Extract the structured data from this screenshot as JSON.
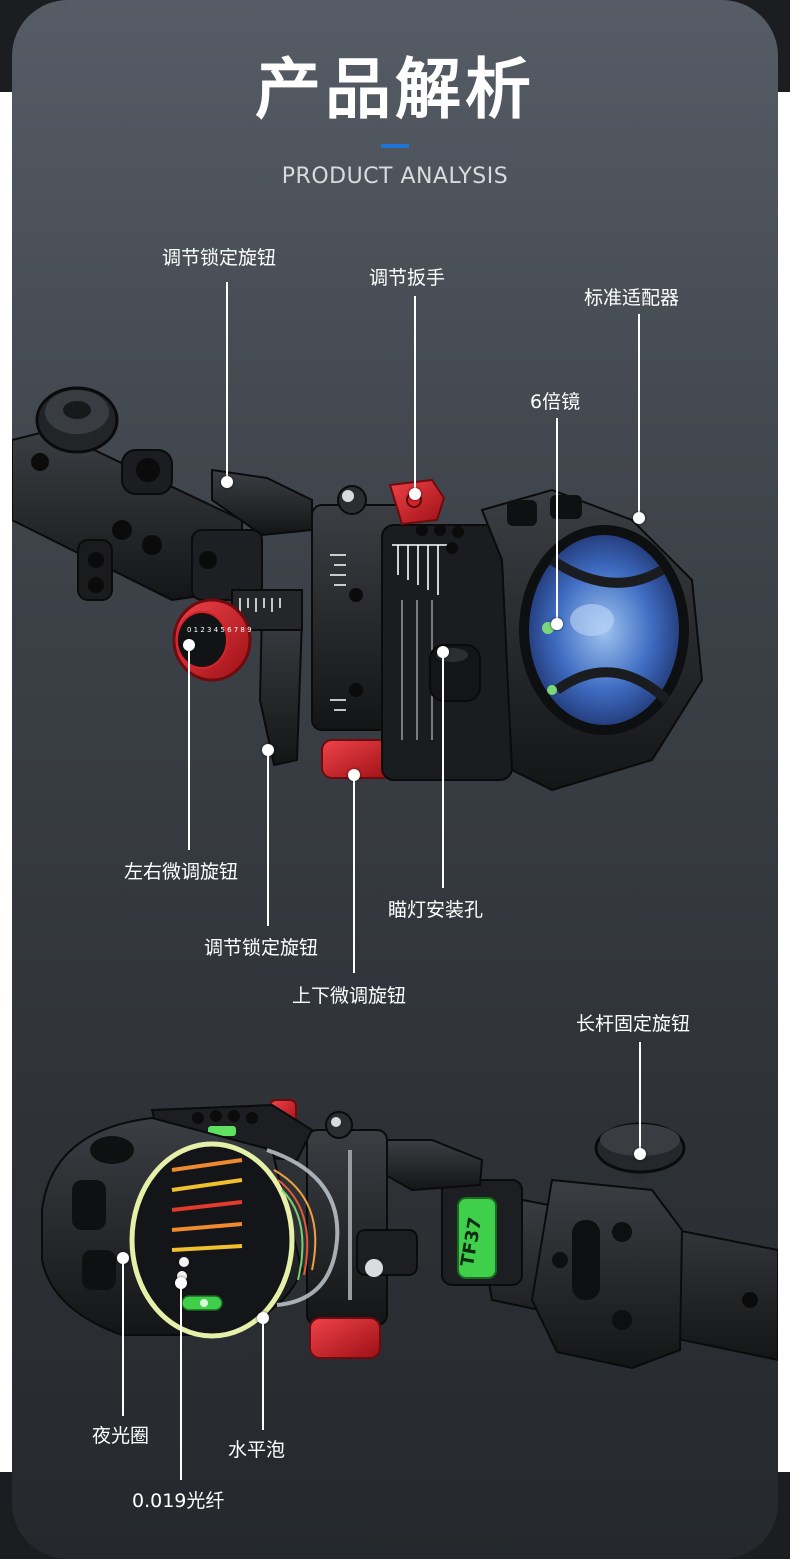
{
  "header": {
    "title": "产品解析",
    "subtitle": "PRODUCT ANALYSIS"
  },
  "colors": {
    "background_dark": "#1b1d20",
    "card_top": "#565c65",
    "card_bottom": "#25282c",
    "accent_blue": "#1e73d6",
    "knob_red": "#d6232a",
    "lens_blue": "#4a7fd0",
    "glow_ring": "#e6f0a8",
    "badge_green": "#3fcf4a"
  },
  "product": {
    "badge_text": "TF37",
    "dial_digits": "0 1 2 3 4 5 6 7 8 9"
  },
  "callouts_top": {
    "lock_knob_upper": "调节锁定旋钮",
    "wrench": "调节扳手",
    "adapter": "标准适配器",
    "lens_6x": "6倍镜",
    "lr_micro_knob": "左右微调旋钮",
    "sight_light_hole": "瞄灯安装孔",
    "lock_knob_lower": "调节锁定旋钮",
    "ud_micro_knob": "上下微调旋钮"
  },
  "callouts_bottom": {
    "rod_fix_knob": "长杆固定旋钮",
    "glow_ring": "夜光圈",
    "level_bubble": "水平泡",
    "fiber": "0.019光纤"
  }
}
